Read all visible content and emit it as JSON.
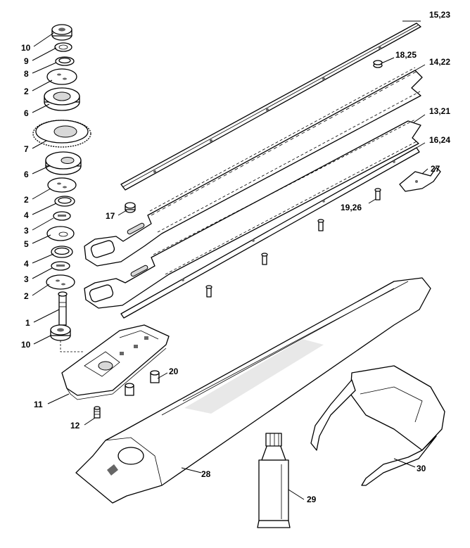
{
  "labels": [
    {
      "id": "10",
      "text": "10"
    },
    {
      "id": "9",
      "text": "9"
    },
    {
      "id": "8",
      "text": "8"
    },
    {
      "id": "2",
      "text": "2"
    },
    {
      "id": "6",
      "text": "6"
    },
    {
      "id": "7",
      "text": "7"
    },
    {
      "id": "6b",
      "text": "6"
    },
    {
      "id": "2b",
      "text": "2"
    },
    {
      "id": "4",
      "text": "4"
    },
    {
      "id": "3",
      "text": "3"
    },
    {
      "id": "5",
      "text": "5"
    },
    {
      "id": "4b",
      "text": "4"
    },
    {
      "id": "3b",
      "text": "3"
    },
    {
      "id": "2c",
      "text": "2"
    },
    {
      "id": "1",
      "text": "1"
    },
    {
      "id": "10b",
      "text": "10"
    },
    {
      "id": "11",
      "text": "11"
    },
    {
      "id": "12",
      "text": "12"
    },
    {
      "id": "20",
      "text": "20"
    },
    {
      "id": "17",
      "text": "17"
    },
    {
      "id": "15_23",
      "text": "15,23"
    },
    {
      "id": "18_25",
      "text": "18,25"
    },
    {
      "id": "14_22",
      "text": "14,22"
    },
    {
      "id": "13_21",
      "text": "13,21"
    },
    {
      "id": "16_24",
      "text": "16,24"
    },
    {
      "id": "27",
      "text": "27"
    },
    {
      "id": "19_26",
      "text": "19,26"
    },
    {
      "id": "28",
      "text": "28"
    },
    {
      "id": "29",
      "text": "29"
    },
    {
      "id": "30",
      "text": "30"
    }
  ]
}
